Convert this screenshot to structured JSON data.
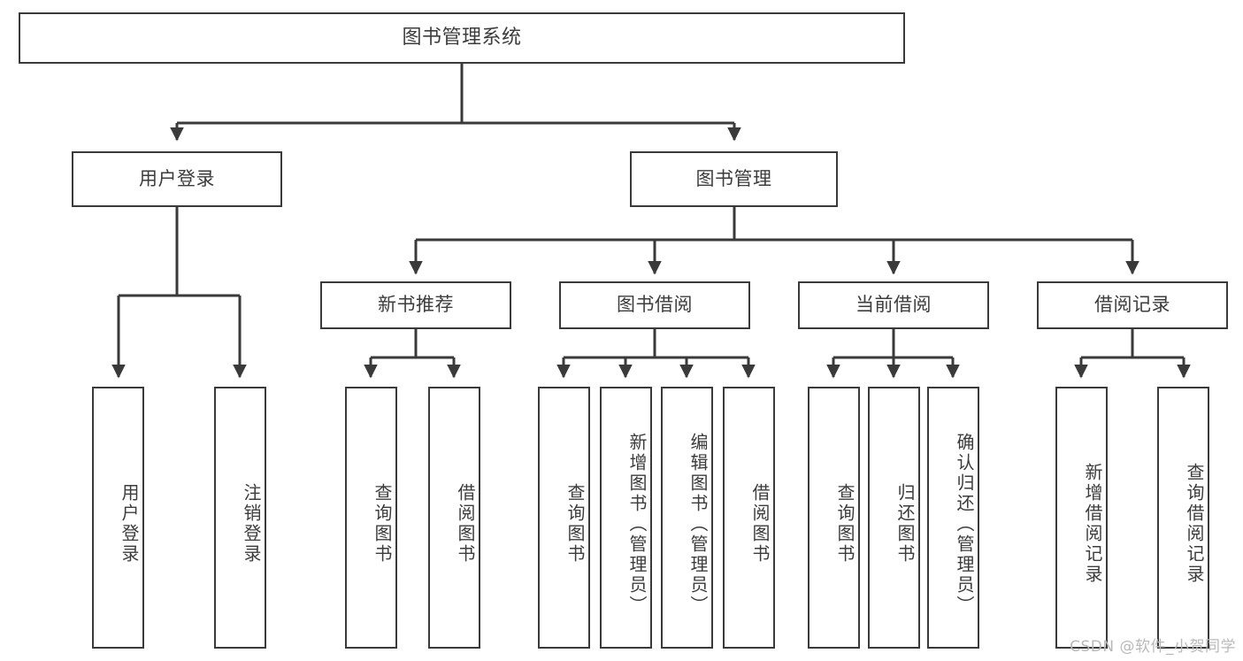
{
  "diagram": {
    "title": "图书管理系统",
    "type": "hierarchy-tree",
    "watermark": "CSDN @软件_小贺同学",
    "level1": [
      {
        "id": "root",
        "label": "图书管理系统"
      }
    ],
    "level2": [
      {
        "id": "user-login",
        "label": "用户登录"
      },
      {
        "id": "book-manage",
        "label": "图书管理"
      }
    ],
    "level3": [
      {
        "id": "new-book-recommend",
        "label": "新书推荐"
      },
      {
        "id": "book-borrow",
        "label": "图书借阅"
      },
      {
        "id": "current-borrow",
        "label": "当前借阅"
      },
      {
        "id": "borrow-record",
        "label": "借阅记录"
      }
    ],
    "leaves": {
      "user_login": [
        {
          "id": "leaf-user-login",
          "label": "用户登录"
        },
        {
          "id": "leaf-logout-login",
          "label": "注销登录"
        }
      ],
      "new_book_recommend": [
        {
          "id": "leaf-query-book-1",
          "label": "查询图书"
        },
        {
          "id": "leaf-borrow-book-1",
          "label": "借阅图书"
        }
      ],
      "book_borrow": [
        {
          "id": "leaf-query-book-2",
          "label": "查询图书"
        },
        {
          "id": "leaf-add-book",
          "label": "新增图书（管理员）"
        },
        {
          "id": "leaf-edit-book",
          "label": "编辑图书（管理员）"
        },
        {
          "id": "leaf-borrow-book-2",
          "label": "借阅图书"
        }
      ],
      "current_borrow": [
        {
          "id": "leaf-query-book-3",
          "label": "查询图书"
        },
        {
          "id": "leaf-return-book",
          "label": "归还图书"
        },
        {
          "id": "leaf-confirm-return",
          "label": "确认归还（管理员）"
        }
      ],
      "borrow_record": [
        {
          "id": "leaf-add-record",
          "label": "新增借阅记录"
        },
        {
          "id": "leaf-query-record",
          "label": "查询借阅记录"
        }
      ]
    },
    "colors": {
      "stroke": "#3a3a3a",
      "text": "#3c3c3c",
      "background": "#ffffff",
      "watermark": "#b9b9b9"
    }
  }
}
